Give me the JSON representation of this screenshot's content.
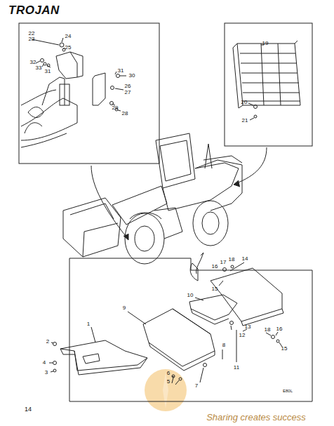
{
  "diagram": {
    "title": "TROJAN",
    "labels": [
      "22",
      "23",
      "24",
      "25",
      "32",
      "33",
      "31",
      "31",
      "30",
      "26",
      "27",
      "29",
      "28",
      "19",
      "20",
      "21",
      "1",
      "2",
      "4",
      "3",
      "9",
      "10",
      "14",
      "16",
      "17",
      "18",
      "15",
      "13",
      "12",
      "18",
      "16",
      "15",
      "8",
      "11",
      "6",
      "5",
      "7",
      "E80L",
      "14",
      "Sharing creates success"
    ]
  }
}
